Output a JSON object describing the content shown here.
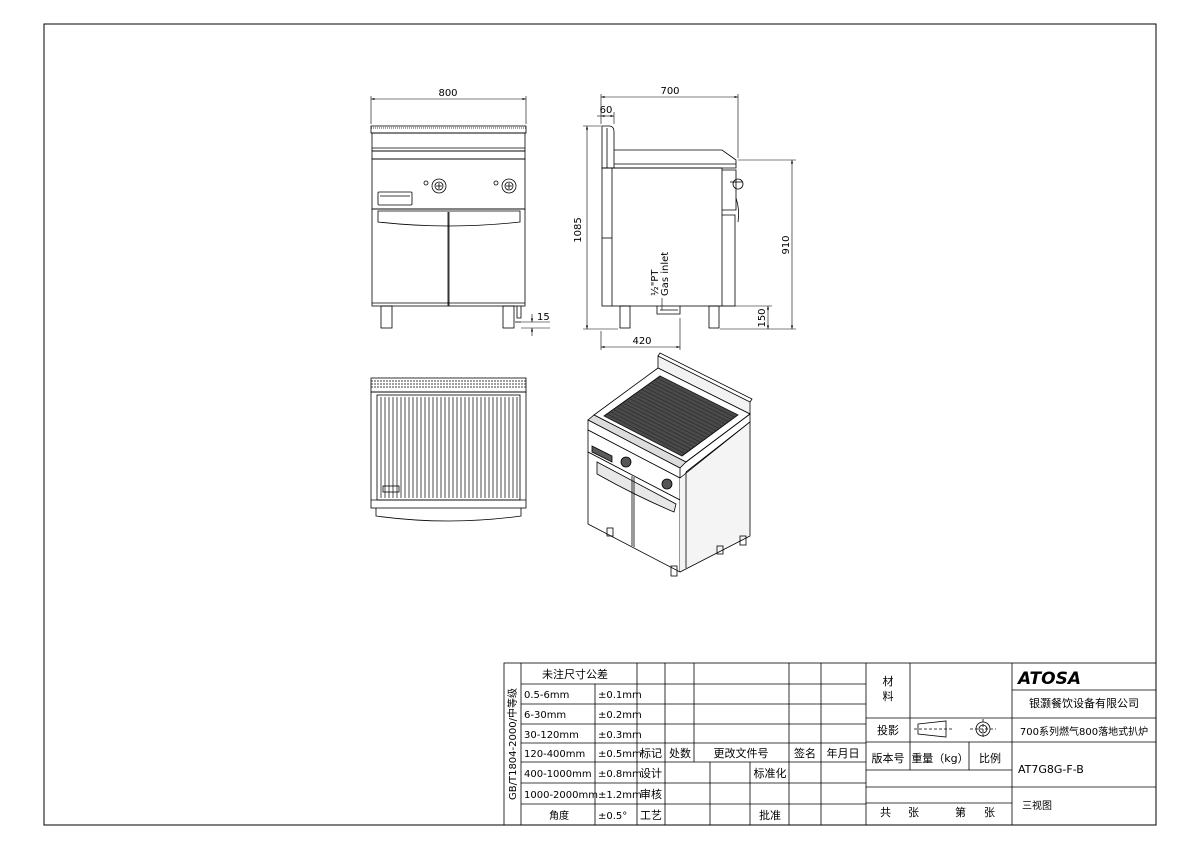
{
  "dimensions": {
    "width_800": "800",
    "depth_700": "700",
    "back_60": "60",
    "height_1085": "1085",
    "height_910": "910",
    "foot_150": "150",
    "side_420": "420",
    "adjust_15": "15",
    "gas_pt": "½\"PT",
    "gas_inlet": "Gas inlet"
  },
  "tolerance_table": {
    "title": "未注尺寸公差",
    "standard": "GB/T1804-2000/中等级",
    "rows": [
      {
        "range": "0.5-6mm",
        "tol": "±0.1mm"
      },
      {
        "range": "6-30mm",
        "tol": "±0.2mm"
      },
      {
        "range": "30-120mm",
        "tol": "±0.3mm"
      },
      {
        "range": "120-400mm",
        "tol": "±0.5mm"
      },
      {
        "range": "400-1000mm",
        "tol": "±0.8mm"
      },
      {
        "range": "1000-2000mm",
        "tol": "±1.2mm"
      },
      {
        "range": "角度",
        "tol": "±0.5°"
      }
    ]
  },
  "revision": {
    "mark": "标记",
    "count": "处数",
    "change_doc": "更改文件号",
    "sign": "签名",
    "date": "年月日",
    "design": "设计",
    "standardize": "标准化",
    "review": "审核",
    "process": "工艺",
    "approve": "批准"
  },
  "title_block": {
    "material": "材料",
    "material_line1": "材",
    "material_line2": "料",
    "projection": "投影",
    "version": "版本号",
    "weight": "重量（kg）",
    "scale": "比例",
    "total_prefix": "共",
    "sheets": "张",
    "page_prefix": "第",
    "logo": "ATOSA",
    "company": "银灏餐饮设备有限公司",
    "product": "700系列燃气800落地式扒炉",
    "model": "AT7G8G-F-B",
    "view_name": "三视图"
  }
}
